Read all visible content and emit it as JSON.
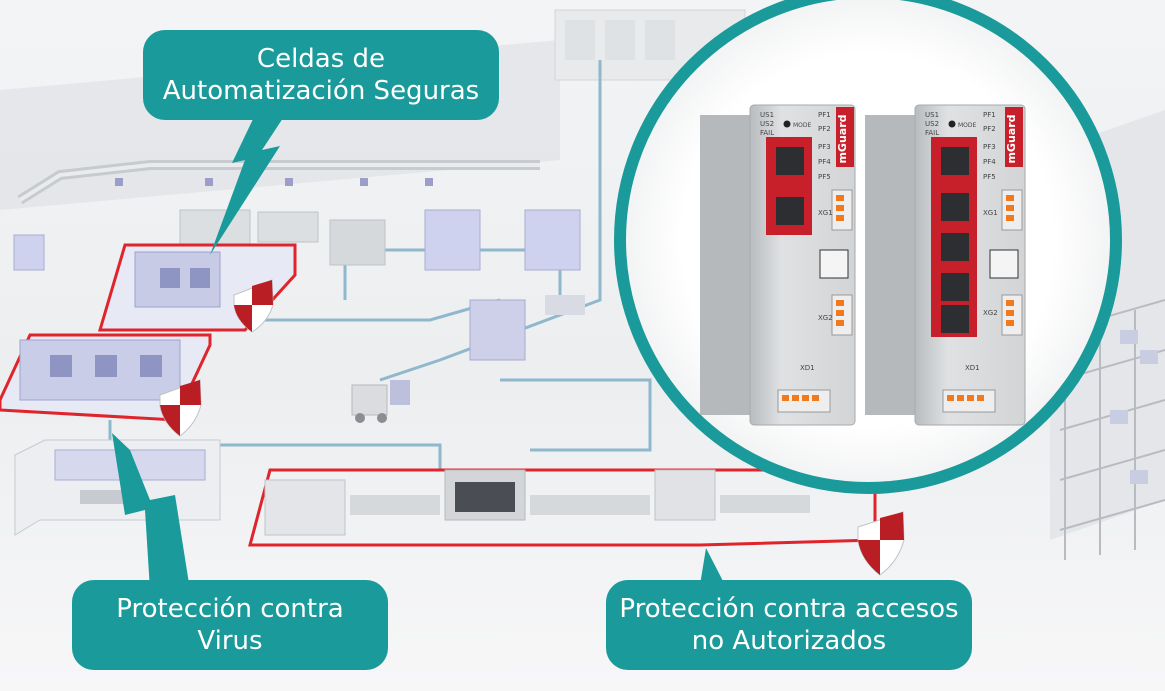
{
  "callouts": {
    "secure_cells": "Celdas de\nAutomatización Seguras",
    "virus_protection": "Protección contra\nVirus",
    "unauthorized_access": "Protección contra accesos\nno Autorizados"
  },
  "device": {
    "brand": "mGuard",
    "status_leds_left": [
      "US1",
      "US2",
      "FAIL"
    ],
    "mode_label": "MODE",
    "status_leds_right": [
      "PF1",
      "PF2",
      "PF3",
      "PF4",
      "PF5"
    ],
    "port_labels": [
      "XG1",
      "XG2",
      "XD1"
    ]
  },
  "colors": {
    "callout_teal": "#1a9a9a",
    "cell_border_red": "#e0242c",
    "brand_red": "#c8202a",
    "network_cable_blue": "#8fb8cc",
    "lens_ring_teal": "#1a9a9a"
  }
}
